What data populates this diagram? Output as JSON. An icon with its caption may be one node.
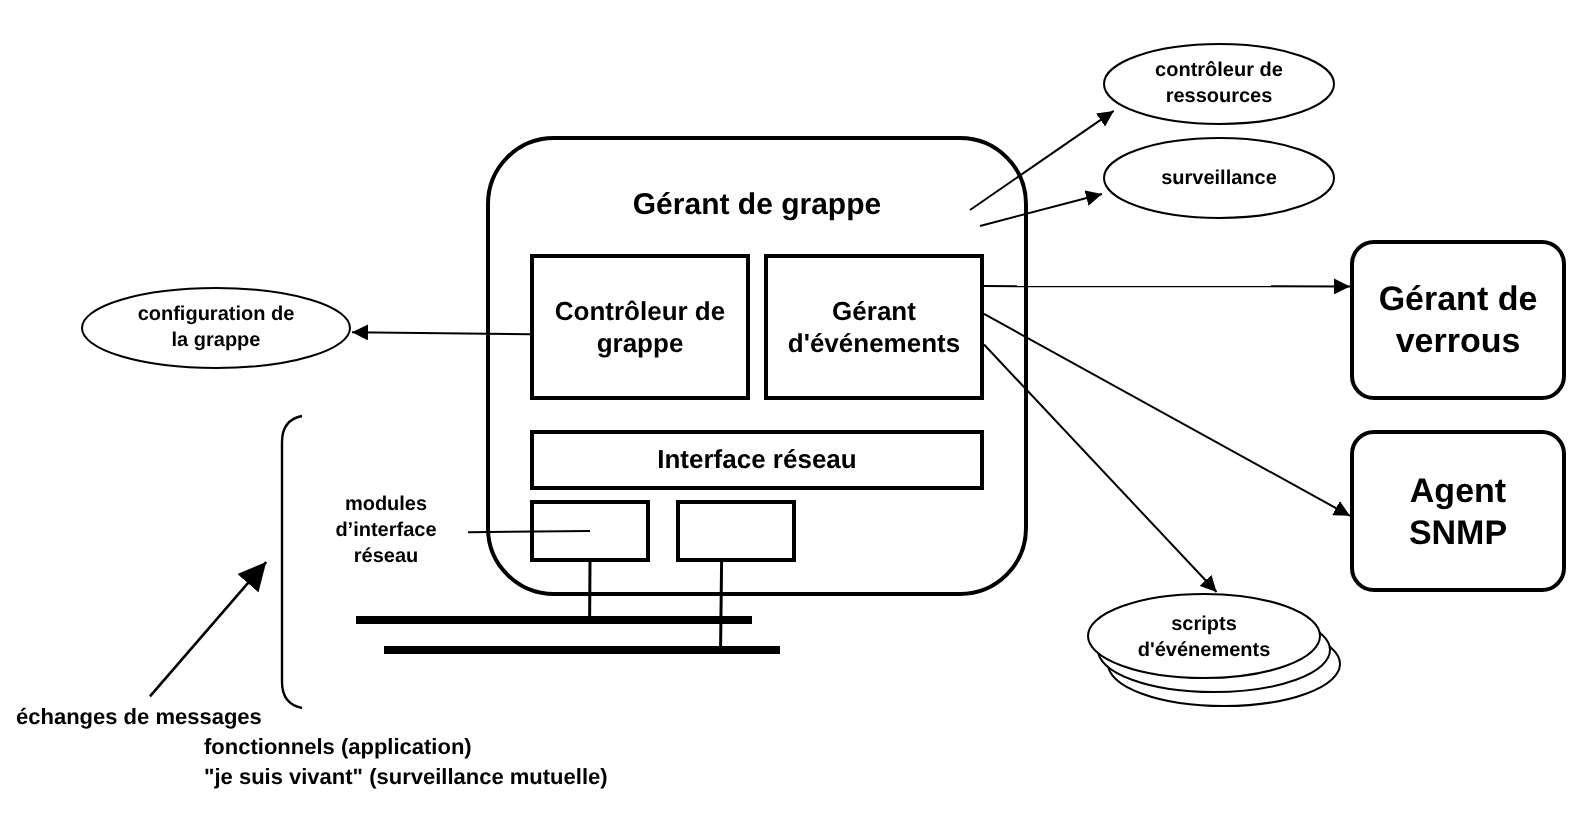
{
  "diagram": {
    "nodes": [
      {
        "text": [
          "Gérant de grappe"
        ]
      },
      {
        "text": [
          "Contrôleur de grappe"
        ],
        "in": 0
      },
      {
        "text": [
          "Gérant d'événements"
        ],
        "in": 0
      },
      {
        "text": [
          "Interface réseau"
        ],
        "in": 0
      },
      {
        "text": [],
        "shape": "box",
        "in": 0
      },
      {
        "text": [],
        "shape": "box",
        "in": 0
      },
      {
        "text": [
          "configuration de la grappe"
        ]
      },
      {
        "text": [
          "contrôleur de ressources"
        ]
      },
      {
        "text": [
          "surveillance"
        ]
      },
      {
        "text": [
          "Gérant de verrous"
        ]
      },
      {
        "text": [
          "Agent SNMP"
        ]
      },
      {
        "text": [
          "scripts d'événements"
        ]
      },
      {
        "text": [
          "modules d’interface réseau"
        ]
      },
      {
        "text": [
          "échanges de messages",
          "fonctionnels (application)",
          "\"je suis vivant\" (surveillance mutuelle)"
        ]
      },
      {
        "text": [],
        "shape": "bracket"
      },
      {
        "text": [],
        "shape": "bar"
      },
      {
        "text": [],
        "shape": "bar"
      }
    ],
    "edges": [
      {
        "from": 1,
        "to": 6,
        "arrow": "to"
      },
      {
        "from": null,
        "to": 7,
        "arrow": "to"
      },
      {
        "from": null,
        "to": 8,
        "arrow": "to"
      },
      {
        "from": 2,
        "to": 9,
        "arrow": "to"
      },
      {
        "from": 2,
        "to": 10,
        "arrow": "to"
      },
      {
        "from": 2,
        "to": 11,
        "arrow": "to"
      },
      {
        "from": 12,
        "to": 4,
        "arrow": "none"
      },
      {
        "from": 13,
        "to": 14,
        "arrow": "to"
      },
      {
        "from": 4,
        "to": 15,
        "arrow": "none"
      },
      {
        "from": 5,
        "to": 16,
        "arrow": "none"
      }
    ]
  }
}
